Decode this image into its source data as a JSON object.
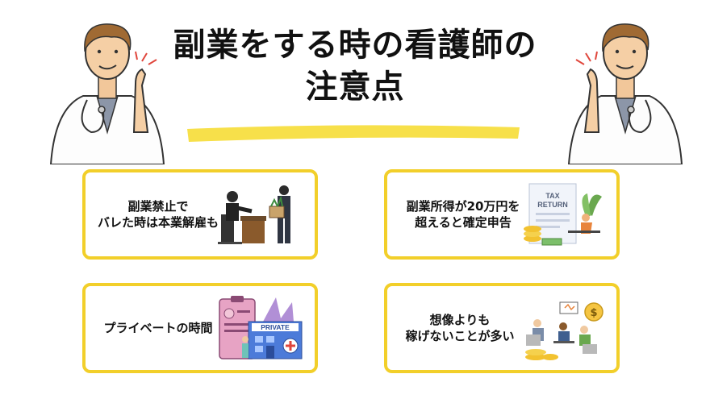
{
  "header": {
    "title_line1": "副業をする時の看護師の",
    "title_line2": "注意点"
  },
  "cards": [
    {
      "line1": "副業禁止で",
      "line2": "バレた時は本業解雇も",
      "icon": "office-dismissal-illustration"
    },
    {
      "line1": "副業所得が20万円を",
      "line2": "超えると確定申告",
      "icon": "tax-return-illustration",
      "doc_line1": "TAX",
      "doc_line2": "RETURN"
    },
    {
      "line1": "プライベートの時間",
      "line2": "",
      "icon": "private-hospital-illustration",
      "sign": "PRIVATE"
    },
    {
      "line1": "想像よりも",
      "line2": "稼げないことが多い",
      "icon": "meeting-money-illustration"
    }
  ],
  "colors": {
    "accent_yellow": "#f2cf2a",
    "highlight": "#f7e04a"
  }
}
